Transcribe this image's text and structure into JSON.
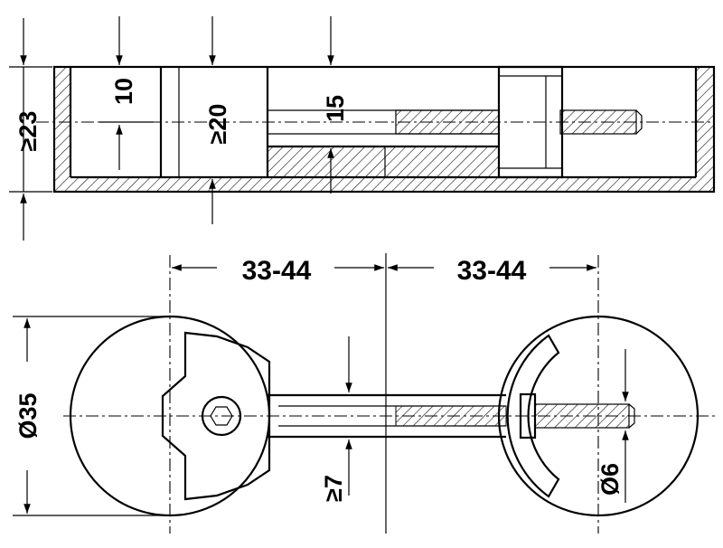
{
  "side_view": {
    "dim_height_total": "≥23",
    "dim_top_block": "10",
    "dim_hole_depth": "≥20",
    "dim_shaft_offset": "15"
  },
  "top_view": {
    "dim_left_span": "33-44",
    "dim_right_span": "33-44",
    "dim_diameter": "Ø35",
    "dim_min_gap": "≥7",
    "dim_thread": "Ø6"
  }
}
